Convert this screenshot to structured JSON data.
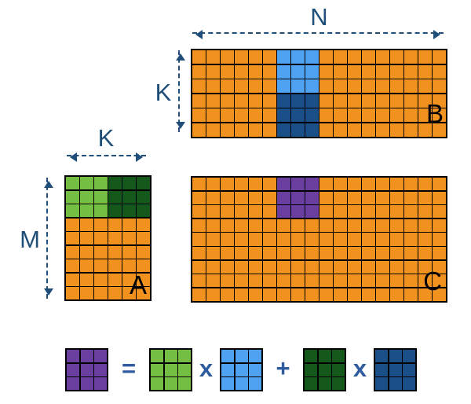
{
  "colors": {
    "orange": "#F2921E",
    "light_green": "#74BE44",
    "dark_green": "#14591B",
    "light_blue": "#4FA2F2",
    "dark_blue": "#1A4F87",
    "purple": "#6B3FA0",
    "label_blue": "#1F4E79",
    "operator_blue": "#2E5C9E",
    "grid_line": "#000000"
  },
  "labels": {
    "n": "N",
    "k_top": "K",
    "k_left": "K",
    "m": "M"
  },
  "matrices": [
    {
      "id": "B",
      "label": "B",
      "rows": 6,
      "cols": 18,
      "base": "orange",
      "tiles": [
        {
          "r": 0,
          "c": 6,
          "rows": 3,
          "cols": 3,
          "color": "light_blue"
        },
        {
          "r": 3,
          "c": 6,
          "rows": 3,
          "cols": 3,
          "color": "dark_blue"
        }
      ]
    },
    {
      "id": "A",
      "label": "A",
      "rows": 9,
      "cols": 6,
      "base": "orange",
      "tiles": [
        {
          "r": 0,
          "c": 0,
          "rows": 3,
          "cols": 3,
          "color": "light_green"
        },
        {
          "r": 0,
          "c": 3,
          "rows": 3,
          "cols": 3,
          "color": "dark_green"
        }
      ]
    },
    {
      "id": "C",
      "label": "C",
      "rows": 9,
      "cols": 18,
      "base": "orange",
      "tiles": [
        {
          "r": 0,
          "c": 6,
          "rows": 3,
          "cols": 3,
          "color": "purple"
        }
      ]
    }
  ],
  "equation": {
    "grid_rows": 3,
    "grid_cols": 3,
    "items": [
      {
        "type": "grid",
        "color": "purple",
        "name": "c-result-tile"
      },
      {
        "type": "op",
        "text": "=",
        "name": "operator-equals"
      },
      {
        "type": "grid",
        "color": "light_green",
        "name": "a-tile-1"
      },
      {
        "type": "op",
        "text": "x",
        "name": "operator-multiply-1"
      },
      {
        "type": "grid",
        "color": "light_blue",
        "name": "b-tile-1"
      },
      {
        "type": "op",
        "text": "+",
        "name": "operator-plus"
      },
      {
        "type": "grid",
        "color": "dark_green",
        "name": "a-tile-2"
      },
      {
        "type": "op",
        "text": "x",
        "name": "operator-multiply-2"
      },
      {
        "type": "grid",
        "color": "dark_blue",
        "name": "b-tile-2"
      }
    ]
  }
}
